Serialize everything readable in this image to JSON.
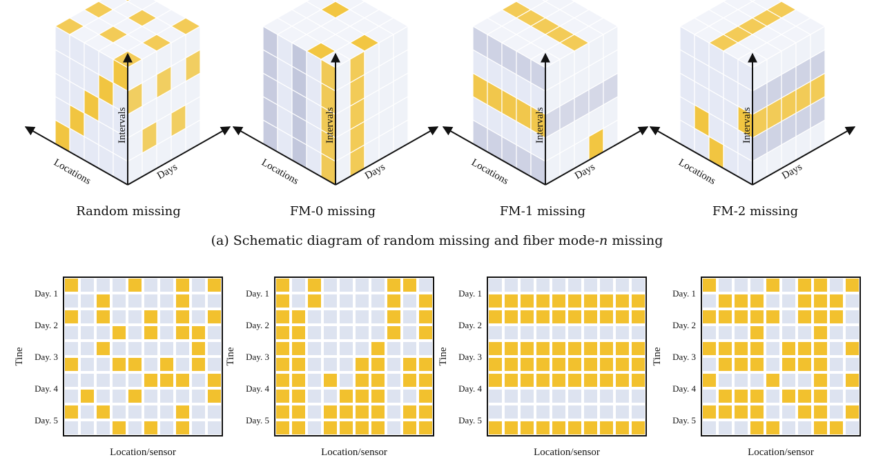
{
  "cubes": [
    {
      "title": "Random missing",
      "axis_x": "Locations",
      "axis_y": "Days",
      "axis_z": "Intervals"
    },
    {
      "title": "FM-0 missing",
      "axis_x": "Locations",
      "axis_y": "Days",
      "axis_z": "Intervals"
    },
    {
      "title": "FM-1 missing",
      "axis_x": "Locations",
      "axis_y": "Days",
      "axis_z": "Intervals"
    },
    {
      "title": "FM-2 missing",
      "axis_x": "Locations",
      "axis_y": "Days",
      "axis_z": "Intervals"
    }
  ],
  "caption_a": {
    "prefix": "(a)  Schematic diagram of random missing and fiber mode-",
    "var": "n",
    "suffix": " missing"
  },
  "colors": {
    "missing": "#f2c12e",
    "observed": "#dde3f0",
    "frame": "#111111",
    "cube_face": "#e4e8f4",
    "cube_dark": "#b9bed6"
  },
  "grids": [
    {
      "ylabel": "Tine",
      "xlabel": "Location/sensor",
      "day_labels": [
        "Day. 1",
        "Day. 2",
        "Day. 3",
        "Day. 4",
        "Day. 5"
      ],
      "cells": [
        "1000100101",
        "0010000100",
        "1010010101",
        "0001010110",
        "0010000010",
        "1001101010",
        "0000011101",
        "0100100001",
        "1010000100",
        "0001010100"
      ]
    },
    {
      "ylabel": "Tine",
      "xlabel": "Location/sensor",
      "day_labels": [
        "Day. 1",
        "Day. 2",
        "Day. 3",
        "Day. 4",
        "Day. 5"
      ],
      "cells": [
        "1010000110",
        "1010000101",
        "1100000101",
        "1100000101",
        "1100001000",
        "1100011011",
        "1101011011",
        "1100111001",
        "1101111011",
        "1101111011"
      ]
    },
    {
      "ylabel": "Tine",
      "xlabel": "Location/sensor",
      "day_labels": [
        "Day. 1",
        "Day. 2",
        "Day. 3",
        "Day. 4",
        "Day. 5"
      ],
      "cells": [
        "0000000000",
        "1111111111",
        "1111111111",
        "0000000000",
        "1111111111",
        "1111111111",
        "1111111111",
        "0000000000",
        "0000000000",
        "1111111111"
      ]
    },
    {
      "ylabel": "Tine",
      "xlabel": "Location/sensor",
      "day_labels": [
        "Day. 1",
        "Day. 2",
        "Day. 3",
        "Day. 4",
        "Day. 5"
      ],
      "cells": [
        "1000101101",
        "0111001110",
        "1111101110",
        "0001000100",
        "1111011101",
        "0111011100",
        "1000100101",
        "0111011100",
        "1111001101",
        "0001100110"
      ]
    }
  ]
}
